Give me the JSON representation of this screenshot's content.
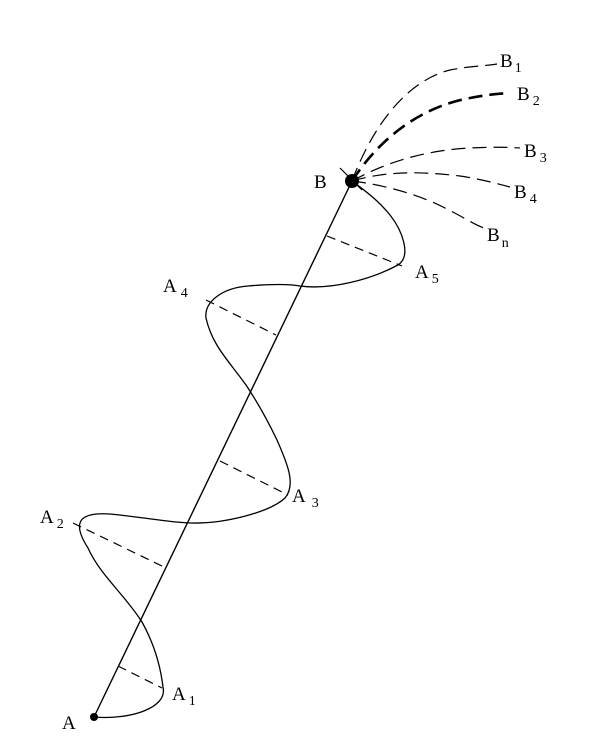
{
  "colors": {
    "ink": "#000000",
    "background": "#ffffff"
  },
  "labels": {
    "a": {
      "main": "A",
      "sub": ""
    },
    "a1": {
      "main": "A",
      "sub": "1"
    },
    "a2": {
      "main": "A",
      "sub": "2"
    },
    "a3": {
      "main": "A",
      "sub": "3"
    },
    "a4": {
      "main": "A",
      "sub": "4"
    },
    "a5": {
      "main": "A",
      "sub": "5"
    },
    "b": {
      "main": "B",
      "sub": ""
    },
    "b1": {
      "main": "B",
      "sub": "1"
    },
    "b2": {
      "main": "B",
      "sub": "2"
    },
    "b3": {
      "main": "B",
      "sub": "3"
    },
    "b4": {
      "main": "B",
      "sub": "4"
    },
    "bn": {
      "main": "B",
      "sub": "n"
    }
  }
}
